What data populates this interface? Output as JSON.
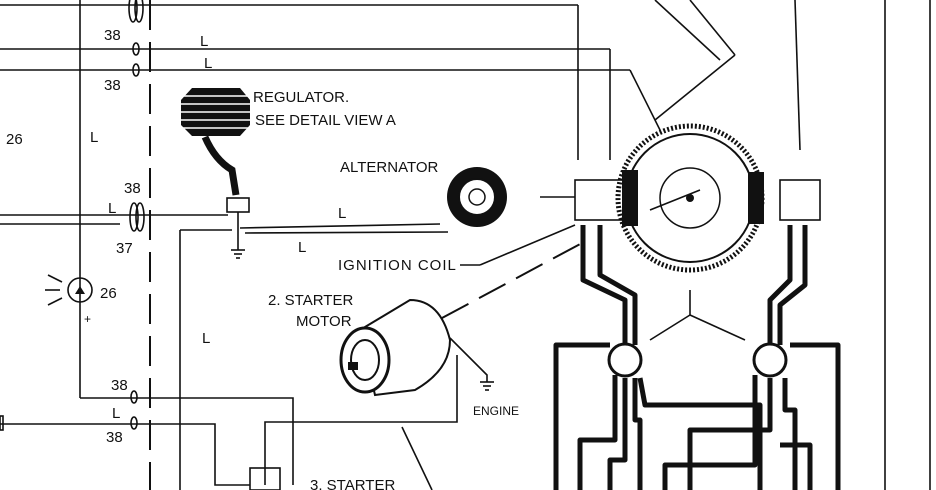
{
  "diagram": {
    "labels": {
      "regulator_line1": "REGULATOR.",
      "regulator_line2": "SEE DETAIL VIEW A",
      "alternator": "ALTERNATOR",
      "ignition_coil": "IGNITION  COIL",
      "starter_motor_line1": "2.  STARTER",
      "starter_motor_line2": "MOTOR",
      "engine": "ENGINE",
      "starter_relay": "3.  STARTER"
    },
    "wire_codes": {
      "l": "L",
      "c38": "38",
      "c37": "37",
      "c26": "26",
      "plus": "+"
    }
  }
}
